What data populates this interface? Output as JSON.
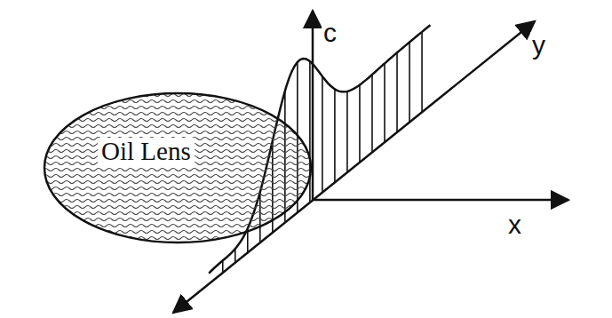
{
  "diagram": {
    "nodes": [
      {
        "text": [
          "Oil Lens"
        ]
      }
    ],
    "labels": [
      "c",
      "y",
      "x"
    ]
  }
}
